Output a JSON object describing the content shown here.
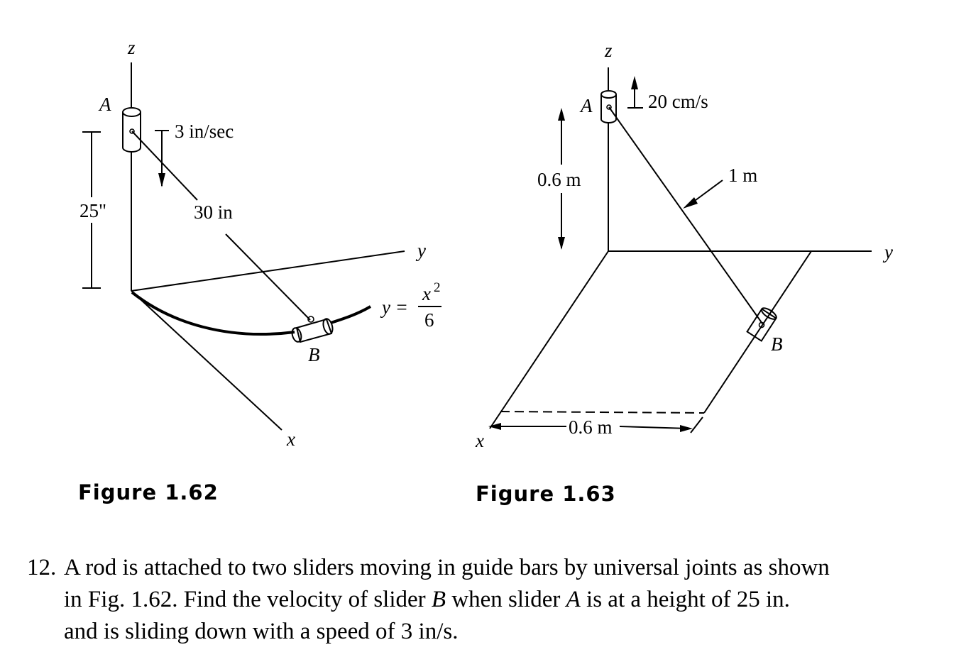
{
  "figure_162": {
    "caption": "Figure 1.62",
    "axis_z": "z",
    "axis_y": "y",
    "axis_x": "x",
    "point_a": "A",
    "point_b": "B",
    "speed": "3 in/sec",
    "rod_length": "30 in",
    "height": "25\"",
    "curve_eq_lhs": "y =",
    "curve_eq_num": "x",
    "curve_eq_exp": "2",
    "curve_eq_den": "6"
  },
  "figure_163": {
    "caption": "Figure 1.63",
    "axis_z": "z",
    "axis_y": "y",
    "axis_x": "x",
    "point_a": "A",
    "point_b": "B",
    "speed": "20 cm/s",
    "rod_length": "1 m",
    "height": "0.6 m",
    "width": "0.6 m"
  },
  "problem": {
    "number": "12.",
    "line1_a": "A rod is attached to two sliders moving in guide bars by universal joints as shown",
    "line2_a": "in Fig. 1.62. Find the velocity of slider ",
    "line2_b": "B",
    "line2_c": " when slider ",
    "line2_d": "A",
    "line2_e": " is at a height of 25 in.",
    "line3_a": "and is sliding down with a speed of 3 in/s."
  }
}
